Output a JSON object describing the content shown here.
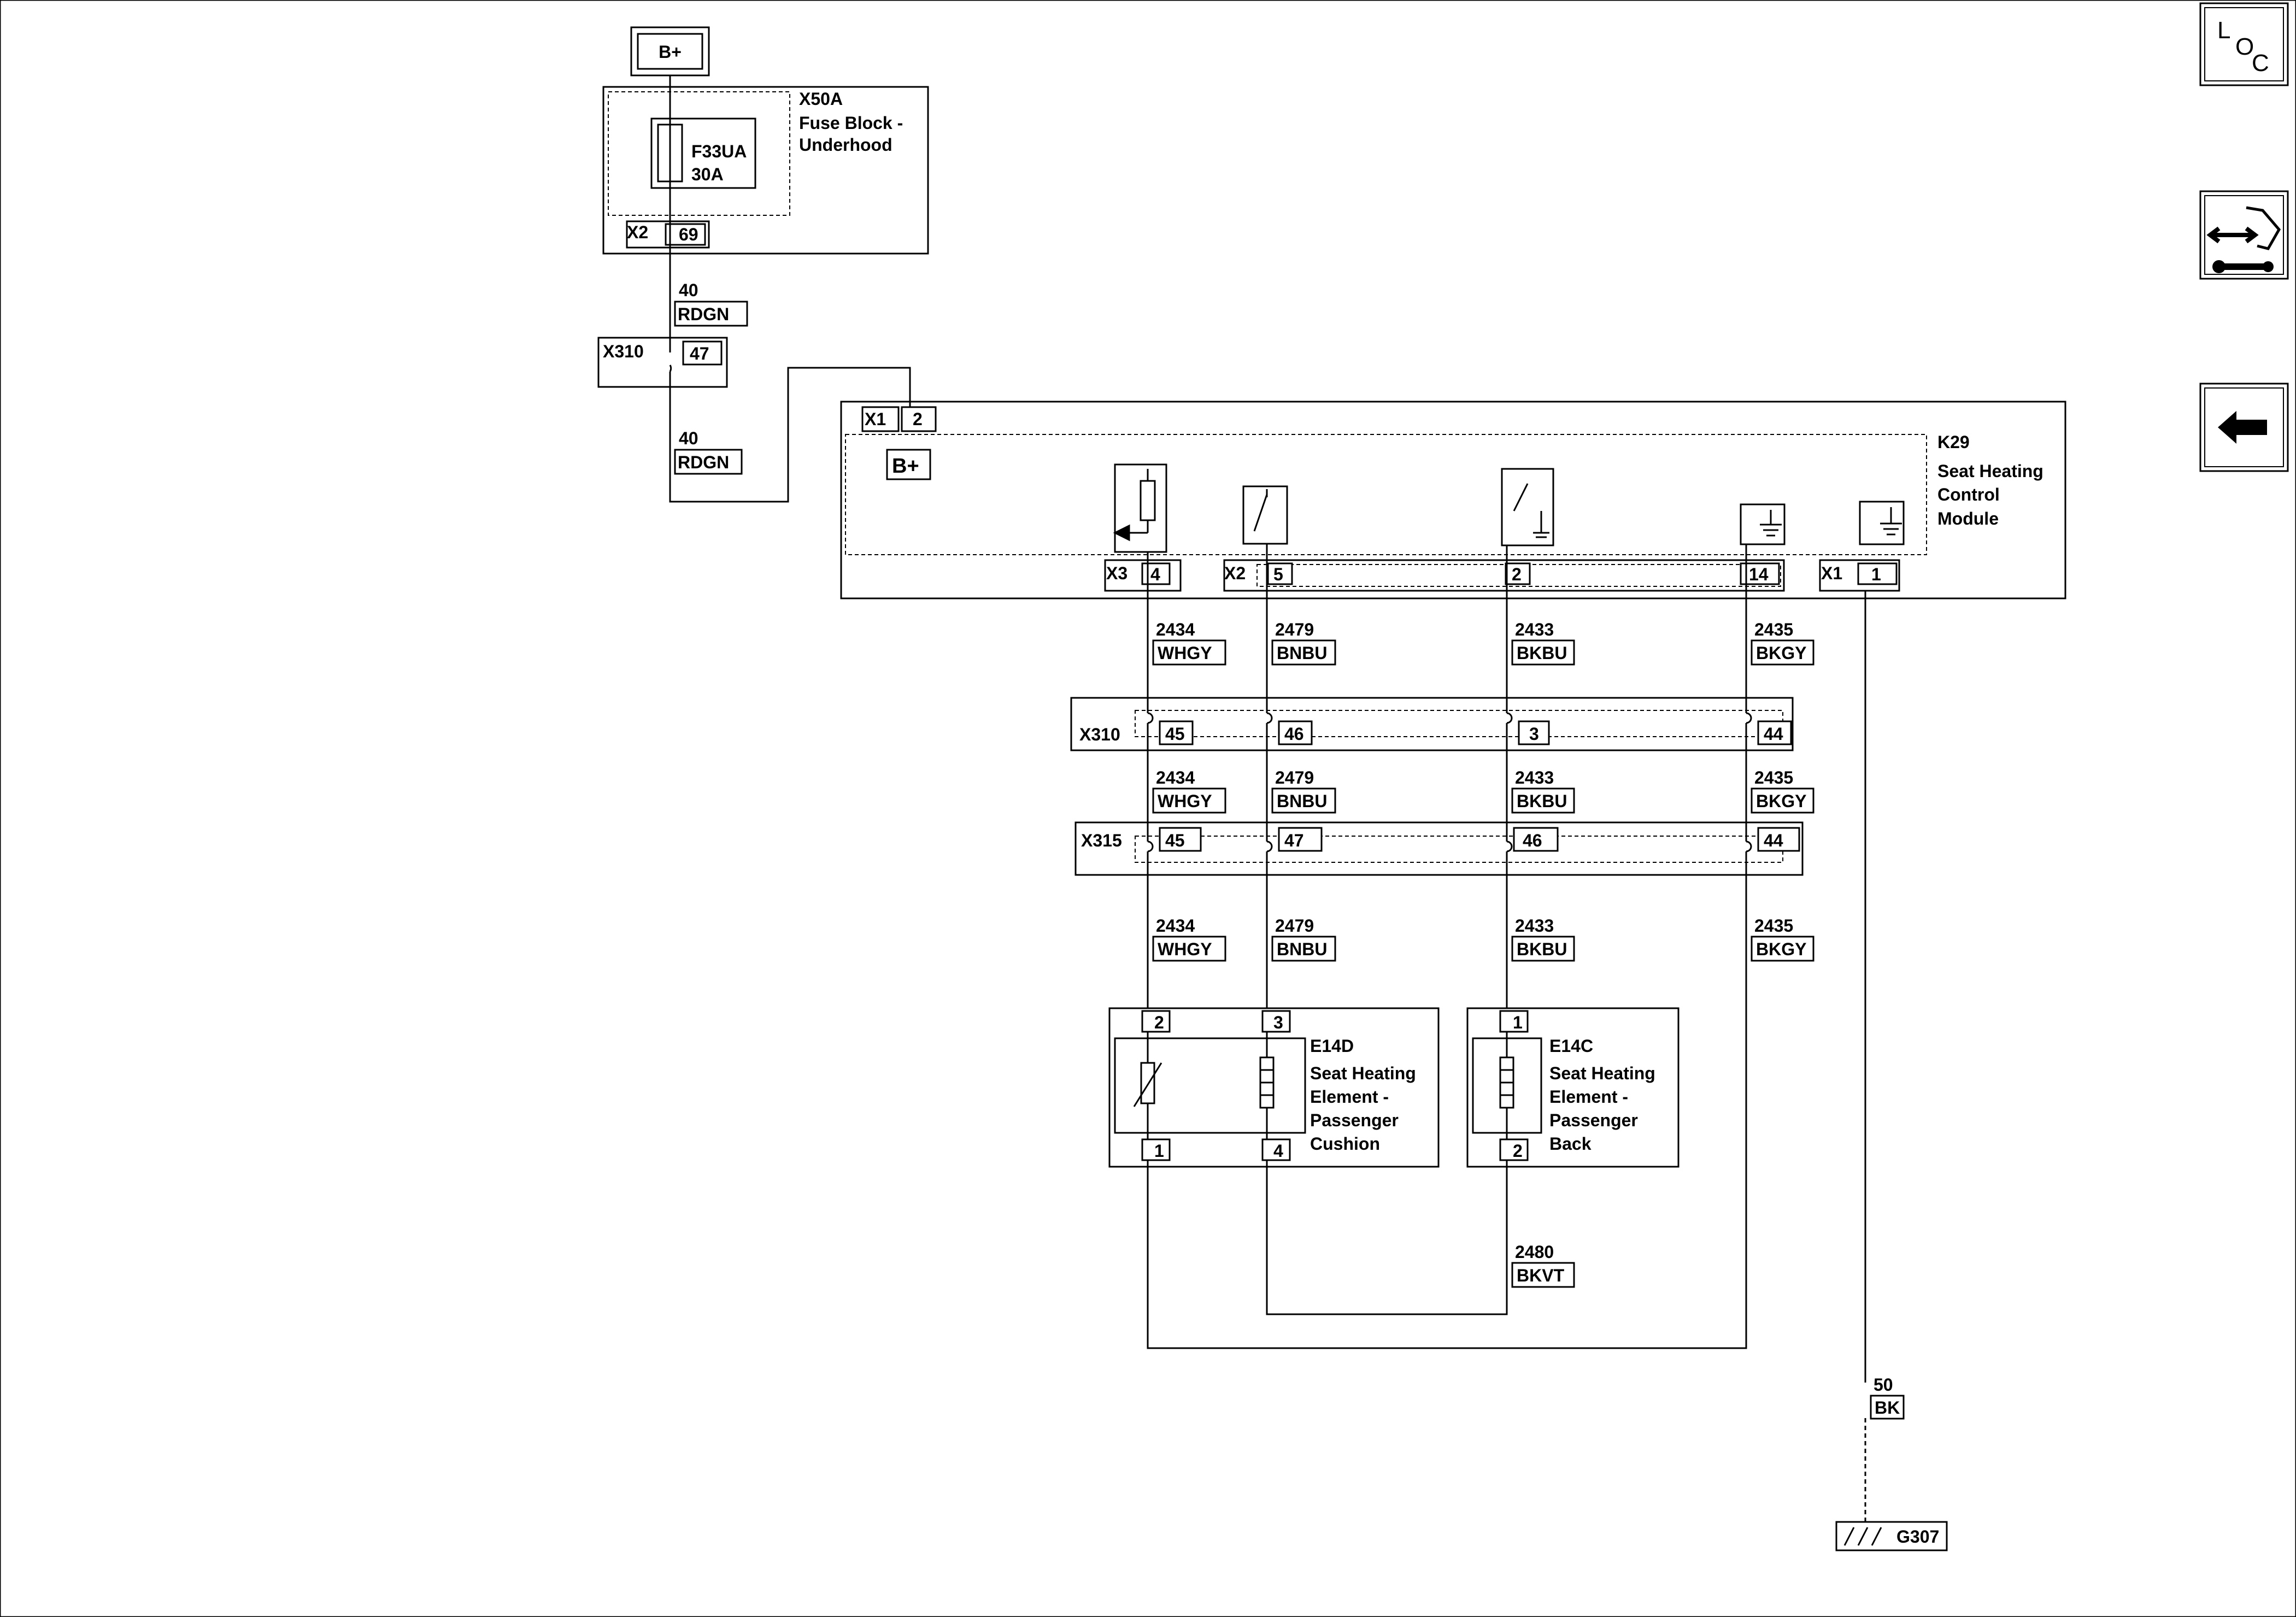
{
  "power": {
    "bplus_top": "B+",
    "bplus_module": "B+"
  },
  "fuse_block": {
    "id": "X50A",
    "name_line1": "Fuse Block -",
    "name_line2": "Underhood",
    "fuse_id": "F33UA",
    "fuse_rating": "30A",
    "connector": "X2",
    "pin": "69"
  },
  "feed_wire": {
    "circuit": "40",
    "color": "RDGN"
  },
  "x310_upper": {
    "id": "X310",
    "pin": "47"
  },
  "module": {
    "id": "K29",
    "name_line1": "Seat Heating",
    "name_line2": "Control",
    "name_line3": "Module",
    "x1_conn": "X1",
    "x1_pin_top": "2",
    "x3_conn": "X3",
    "x3_pin": "4",
    "x2_conn": "X2",
    "x2_pins": [
      "5",
      "2",
      "14"
    ],
    "x1_conn_b": "X1",
    "x1_pin_b": "1"
  },
  "wires": [
    {
      "circuit": "2434",
      "color": "WHGY"
    },
    {
      "circuit": "2479",
      "color": "BNBU"
    },
    {
      "circuit": "2433",
      "color": "BKBU"
    },
    {
      "circuit": "2435",
      "color": "BKGY"
    }
  ],
  "x310_lower": {
    "id": "X310",
    "pins": [
      "45",
      "46",
      "3",
      "44"
    ]
  },
  "x315": {
    "id": "X315",
    "pins": [
      "45",
      "47",
      "46",
      "44"
    ]
  },
  "e14d": {
    "id": "E14D",
    "name_line1": "Seat Heating",
    "name_line2": "Element -",
    "name_line3": "Passenger",
    "name_line4": "Cushion",
    "pin_tl": "2",
    "pin_tr": "3",
    "pin_bl": "1",
    "pin_br": "4"
  },
  "e14c": {
    "id": "E14C",
    "name_line1": "Seat Heating",
    "name_line2": "Element -",
    "name_line3": "Passenger",
    "name_line4": "Back",
    "pin_top": "1",
    "pin_bottom": "2"
  },
  "jumper_wire": {
    "circuit": "2480",
    "color": "BKVT"
  },
  "ground_wire": {
    "circuit": "50",
    "color": "BK"
  },
  "ground": {
    "id": "G307"
  },
  "side_buttons": {
    "loc": {
      "l": "L",
      "o": "O",
      "c": "C"
    },
    "connector_icon": "connector-repair-icon",
    "back_icon": "back-arrow-icon"
  }
}
